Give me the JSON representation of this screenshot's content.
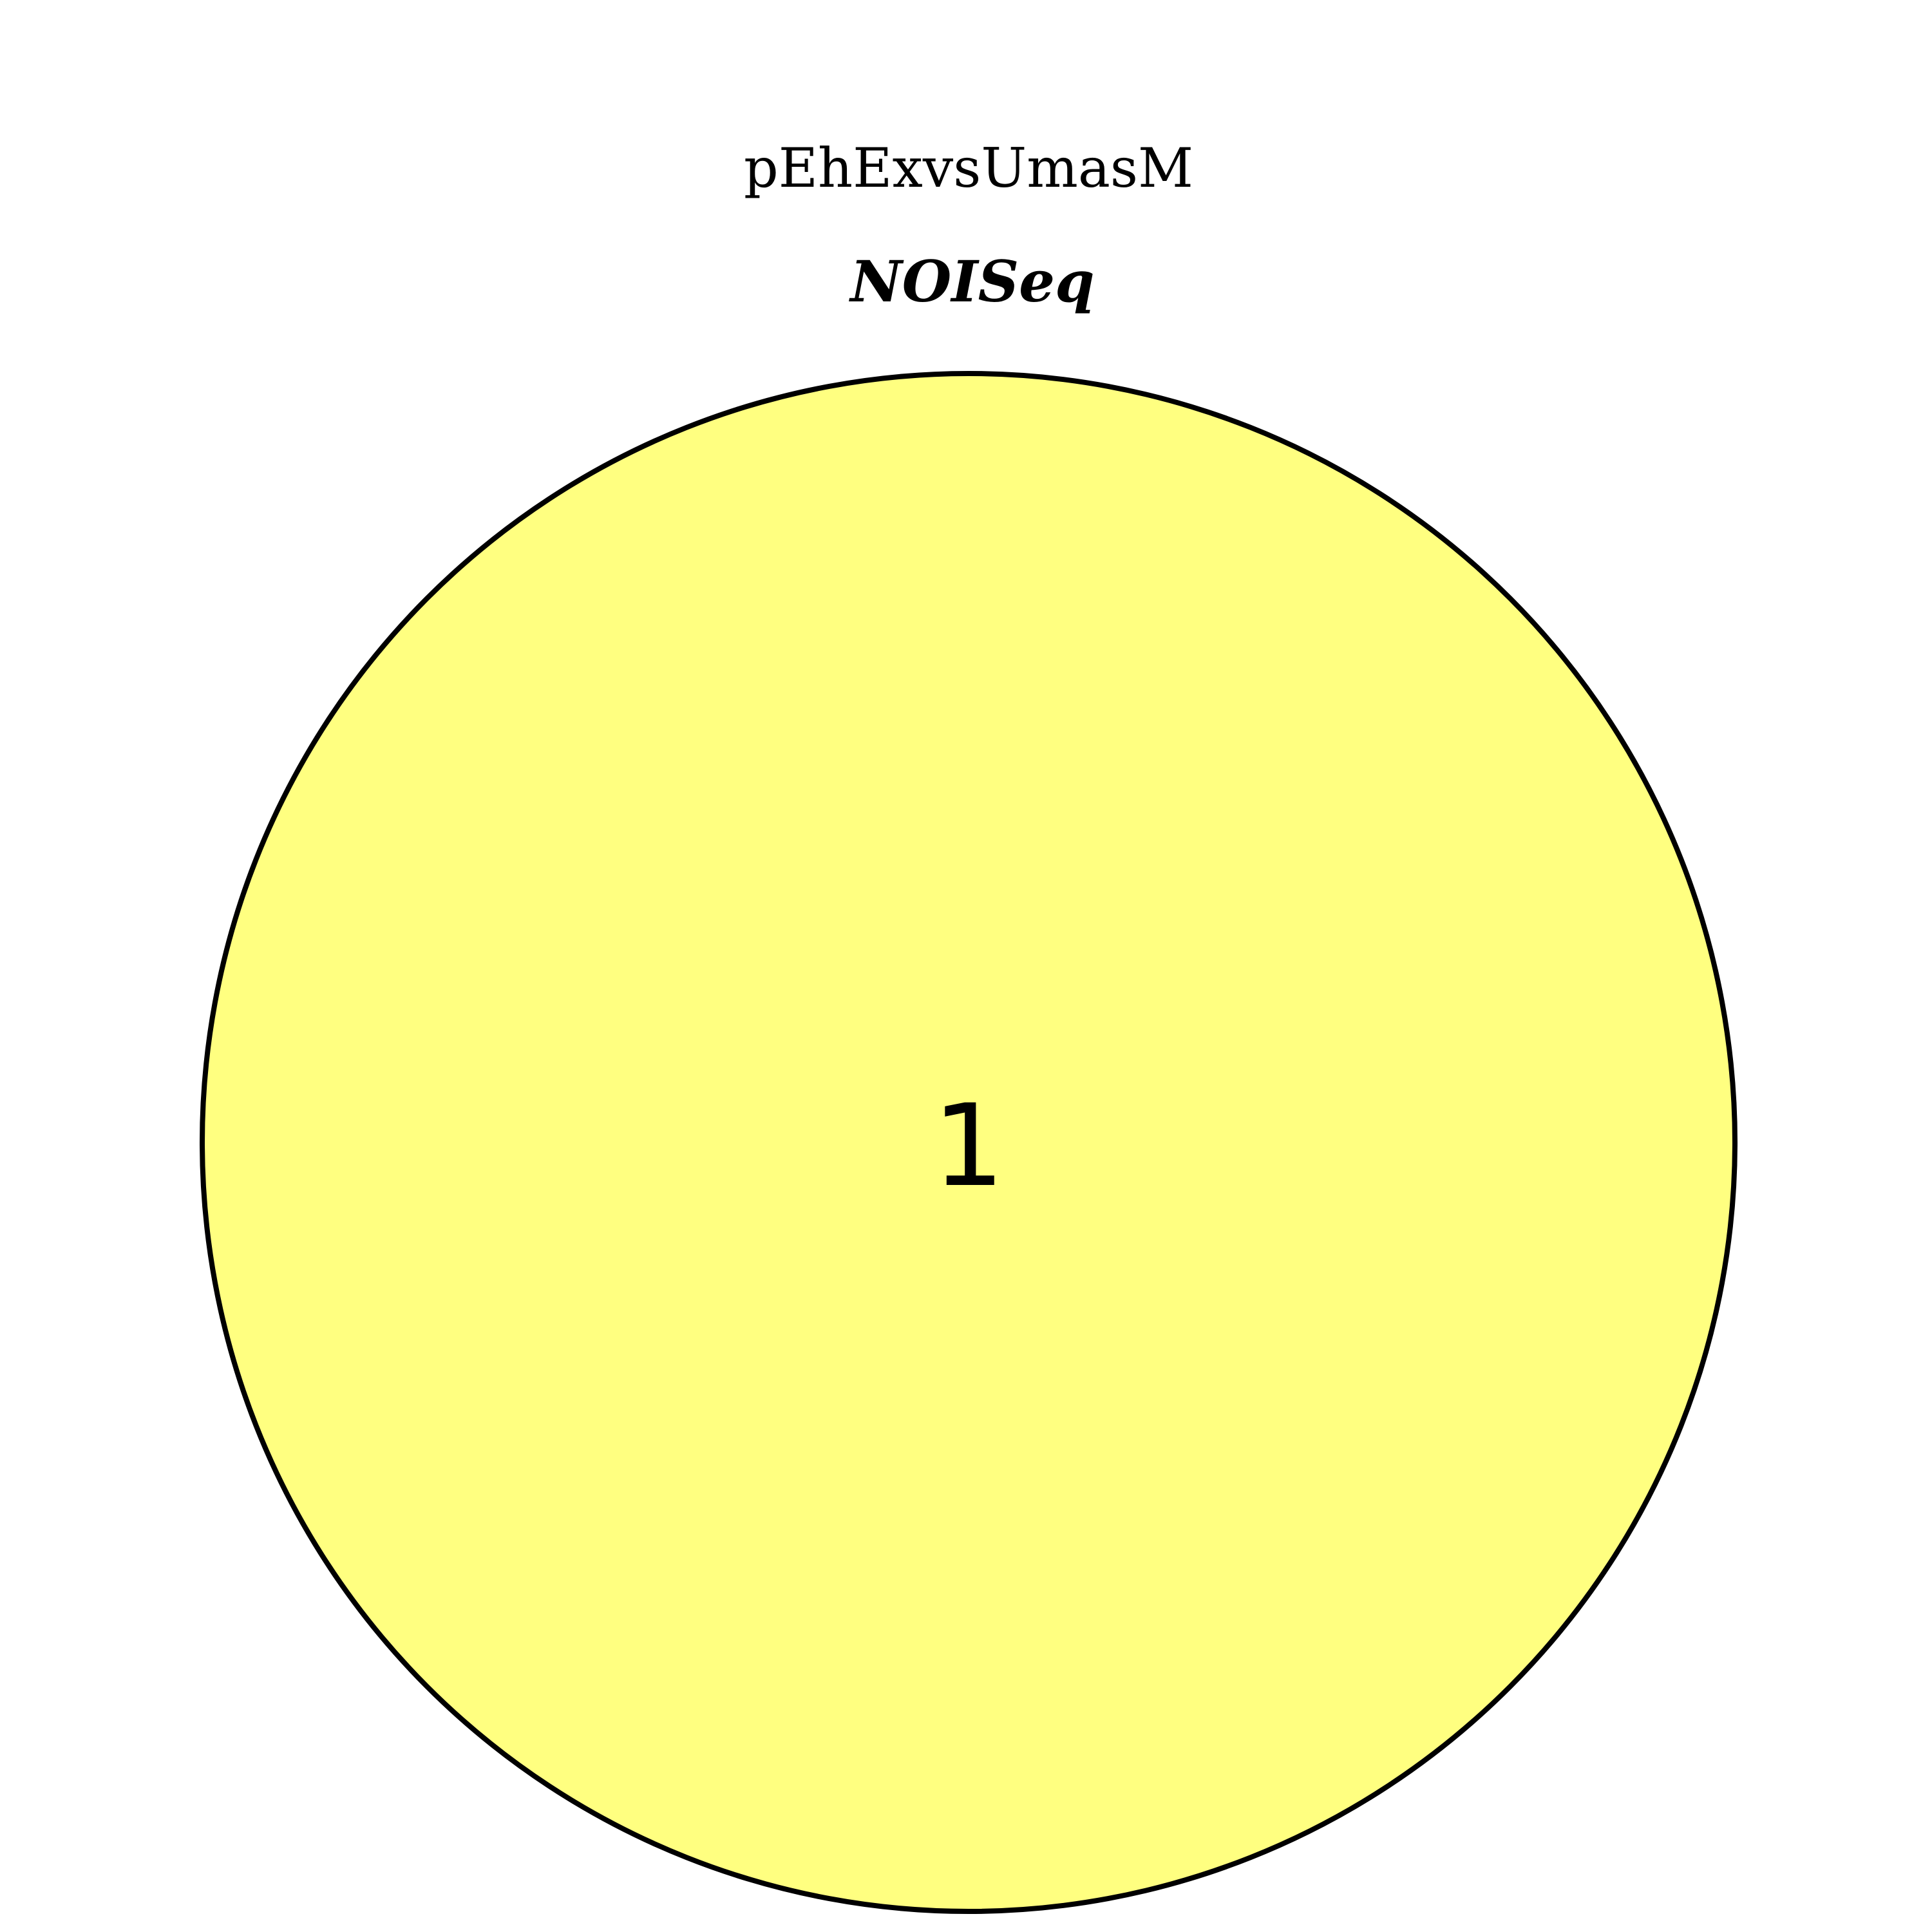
{
  "figure": {
    "title": "pEhExvsUmasM",
    "sets": [
      {
        "label": "NOISeq",
        "count": "1",
        "fill_color": "#ffff80",
        "stroke_color": "#000000"
      }
    ]
  }
}
